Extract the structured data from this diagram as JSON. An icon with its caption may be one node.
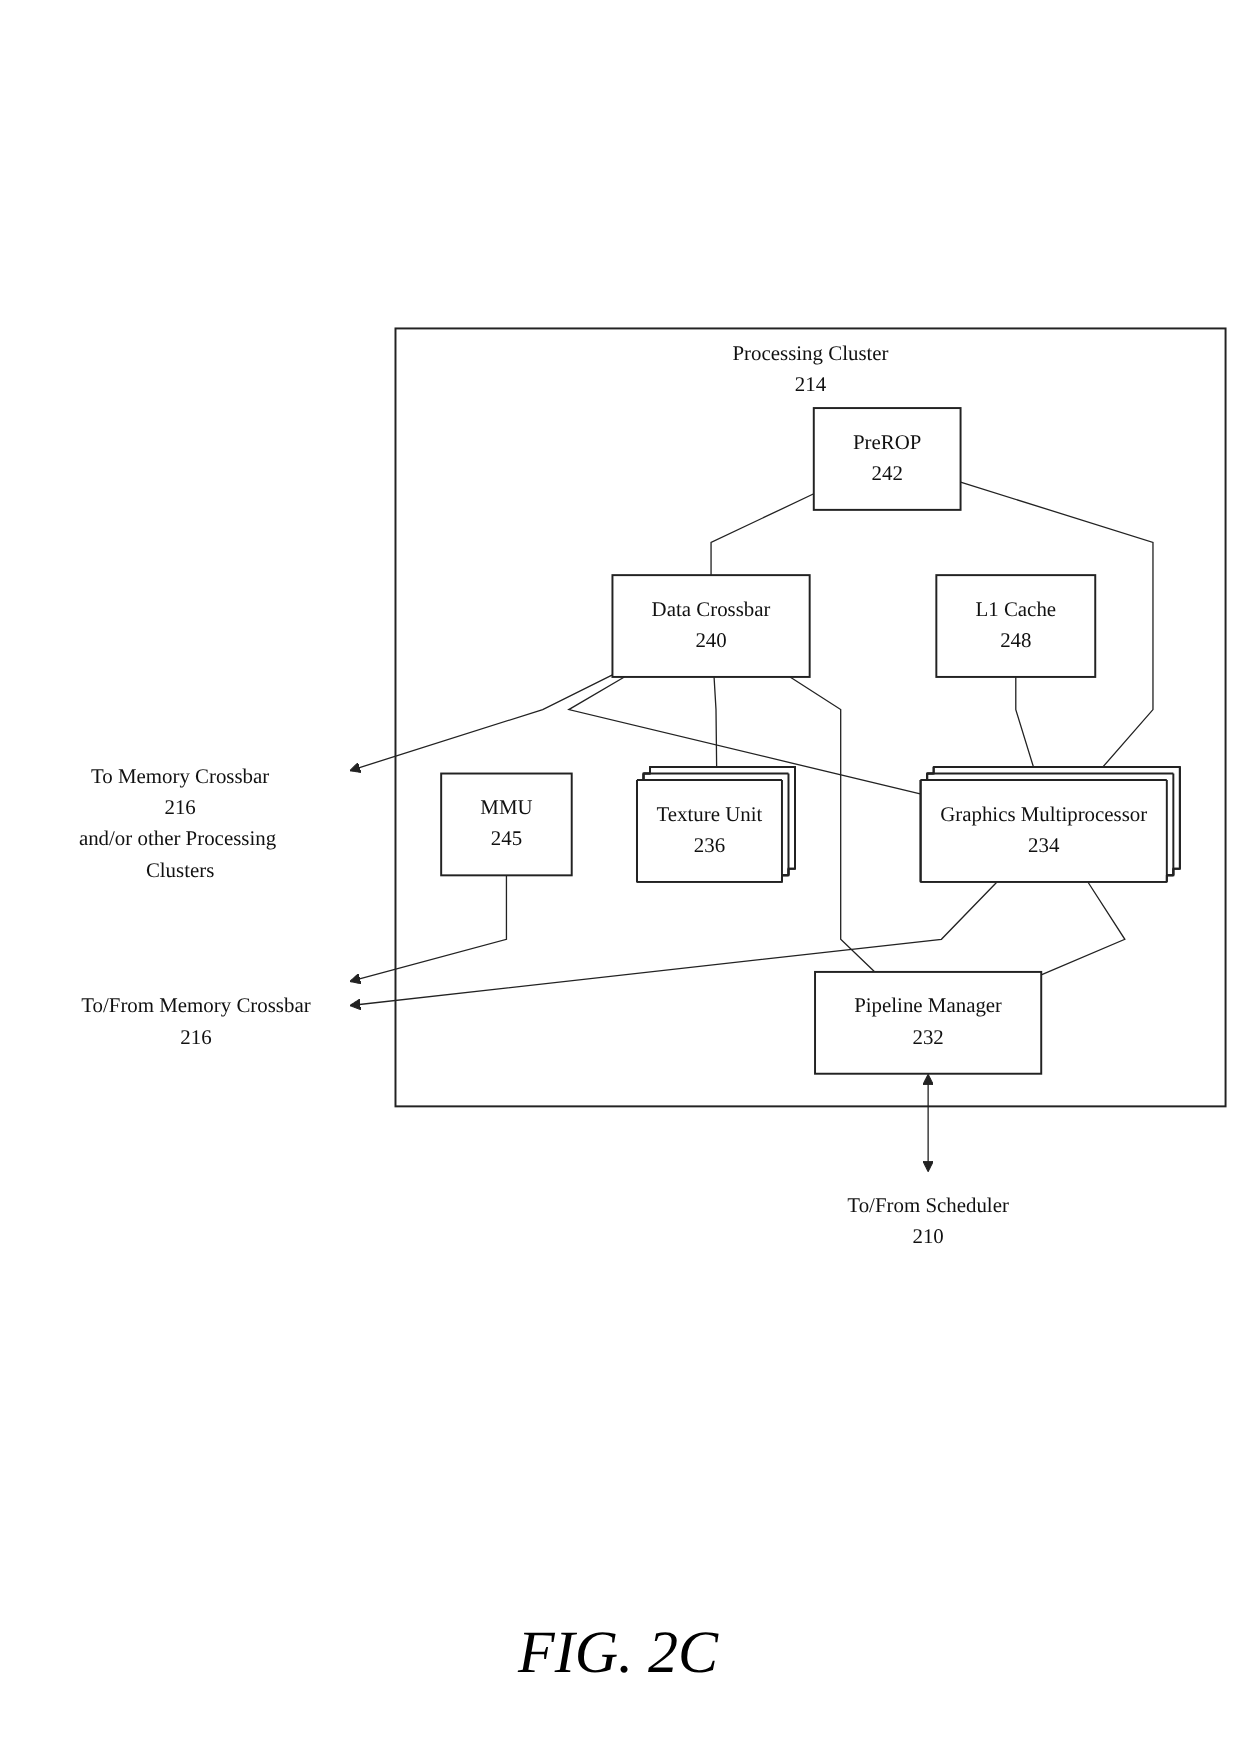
{
  "diagram": {
    "caption": "FIG. 2C",
    "nodes": [
      {
        "text": [
          "Processing Cluster",
          "214"
        ]
      },
      {
        "text": [
          "MMU",
          "245"
        ],
        "in": 0
      },
      {
        "text": [
          "PreROP",
          "242"
        ],
        "in": 0
      },
      {
        "text": [
          "Data Crossbar",
          "240"
        ],
        "in": 0
      },
      {
        "text": [
          "Graphics Multiprocessor",
          "234"
        ],
        "in": 0
      },
      {
        "text": [
          "Texture Unit",
          "236"
        ],
        "in": 0
      },
      {
        "text": [
          "L1 Cache",
          "248"
        ],
        "in": 0
      },
      {
        "text": [
          "Pipeline Manager",
          "232"
        ],
        "in": 0
      },
      {
        "text": [
          "To Memory Crossbar",
          "216",
          "and/or other Processing Clusters"
        ]
      },
      {
        "text": [
          "To/From Memory Crossbar",
          "216"
        ]
      },
      {
        "text": [
          "To/From Scheduler",
          "210"
        ]
      }
    ],
    "edges": [
      {
        "from": 3,
        "to": 8,
        "arrow": "to"
      },
      {
        "from": 2,
        "to": 3,
        "arrow": "none"
      },
      {
        "from": 2,
        "to": 4,
        "arrow": "none"
      },
      {
        "from": 3,
        "to": 4,
        "arrow": "none"
      },
      {
        "from": 3,
        "to": 5,
        "arrow": "none"
      },
      {
        "from": 3,
        "to": 7,
        "arrow": "none"
      },
      {
        "from": 1,
        "to": 9,
        "arrow": "to"
      },
      {
        "from": 4,
        "to": 9,
        "arrow": "to"
      },
      {
        "from": 6,
        "to": 4,
        "arrow": "none"
      },
      {
        "from": 4,
        "to": 7,
        "arrow": "none"
      },
      {
        "from": 7,
        "to": 10,
        "arrow": "both"
      }
    ]
  }
}
